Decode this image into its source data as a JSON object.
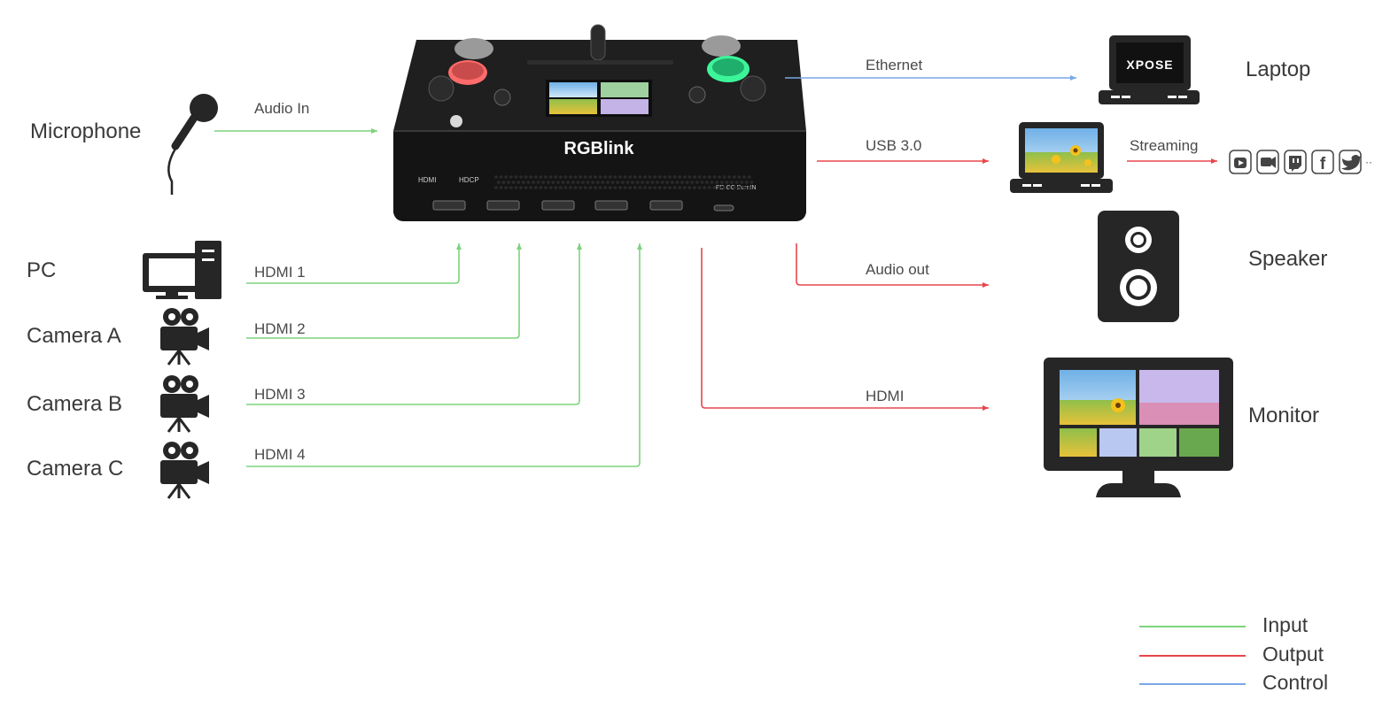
{
  "colors": {
    "input": "#7dd37d",
    "output": "#e8464b",
    "control": "#7aa7e6",
    "device": "#262626"
  },
  "switcher": {
    "brand": "RGBlink",
    "front_labels": [
      "HDMI",
      "HDCP",
      "PD CC BurnIN"
    ]
  },
  "inputs": [
    {
      "device": "Microphone",
      "connection": "Audio In",
      "icon": "microphone-icon"
    },
    {
      "device": "PC",
      "connection": "HDMI 1",
      "icon": "pc-icon"
    },
    {
      "device": "Camera A",
      "connection": "HDMI 2",
      "icon": "camera-icon"
    },
    {
      "device": "Camera B",
      "connection": "HDMI 3",
      "icon": "camera-icon"
    },
    {
      "device": "Camera C",
      "connection": "HDMI 4",
      "icon": "camera-icon"
    }
  ],
  "outputs": [
    {
      "device": "Laptop",
      "connection": "Ethernet",
      "type": "control",
      "icon": "laptop-icon",
      "screen_text": "XPOSE"
    },
    {
      "device": "",
      "connection": "USB 3.0",
      "type": "output",
      "icon": "laptop-icon"
    },
    {
      "device": "",
      "connection": "Streaming",
      "type": "output",
      "icon": "streaming-platforms-icon",
      "platforms": [
        "youtube-icon",
        "zoom-icon",
        "twitch-icon",
        "facebook-icon",
        "twitter-icon"
      ]
    },
    {
      "device": "Speaker",
      "connection": "Audio out",
      "type": "output",
      "icon": "speaker-icon"
    },
    {
      "device": "Monitor",
      "connection": "HDMI",
      "type": "output",
      "icon": "monitor-icon"
    }
  ],
  "legend": [
    {
      "label": "Input",
      "color": "#7dd37d"
    },
    {
      "label": "Output",
      "color": "#e8464b"
    },
    {
      "label": "Control",
      "color": "#7aa7e6"
    }
  ]
}
